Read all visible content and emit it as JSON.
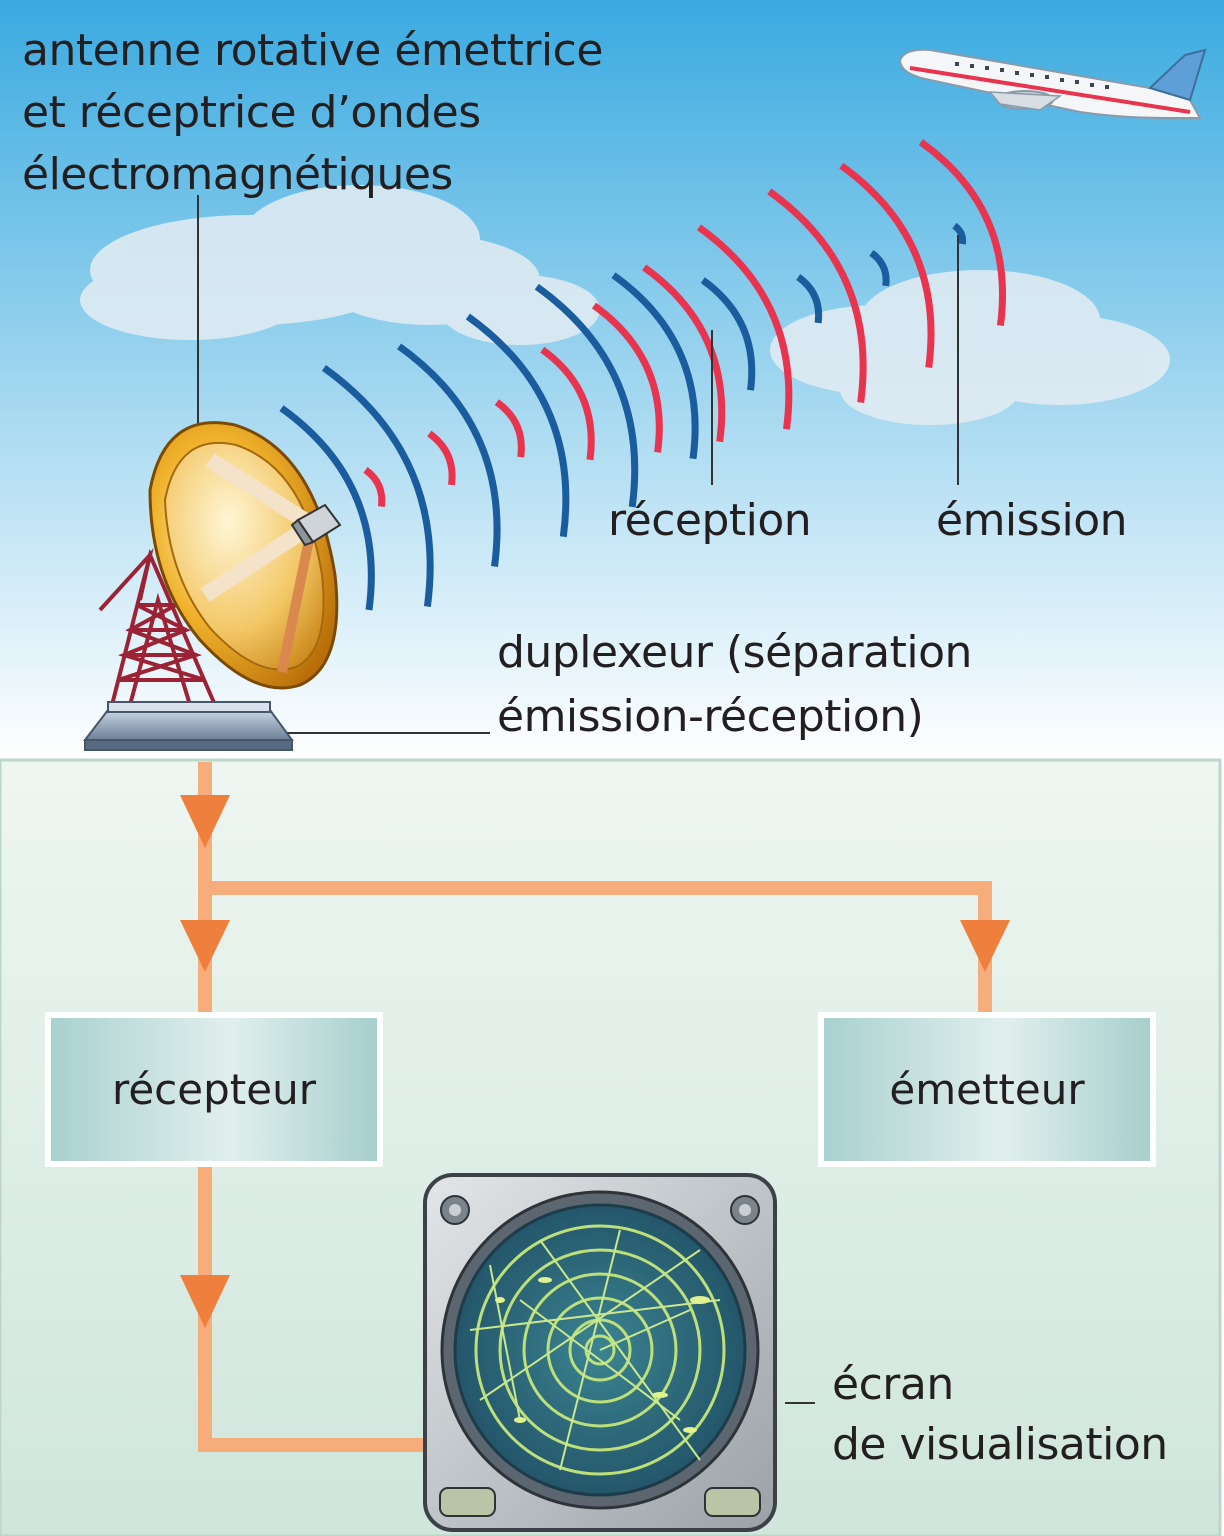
{
  "labels": {
    "antenna_line1": "antenne rotative émettrice",
    "antenna_line2": "et réceptrice d’ondes",
    "antenna_line3": "électromagnétiques",
    "reception": "réception",
    "emission": "émission",
    "duplexer_line1": "duplexeur (séparation",
    "duplexer_line2": "émission-réception)",
    "screen_line1": "écran",
    "screen_line2": "de visualisation"
  },
  "blocks": {
    "receiver": "récepteur",
    "transmitter": "émetteur"
  },
  "colors": {
    "sky_top": "#3aaae0",
    "sky_bottom": "#ffffff",
    "ground": "#e3f0ea",
    "wave_emission": "#e8344f",
    "wave_reception": "#1a5c9e",
    "signal_path": "#f7ad7b",
    "arrow": "#ef7f3c",
    "radar_screen": "#2f6f7c",
    "radar_trace": "#bde07a"
  }
}
